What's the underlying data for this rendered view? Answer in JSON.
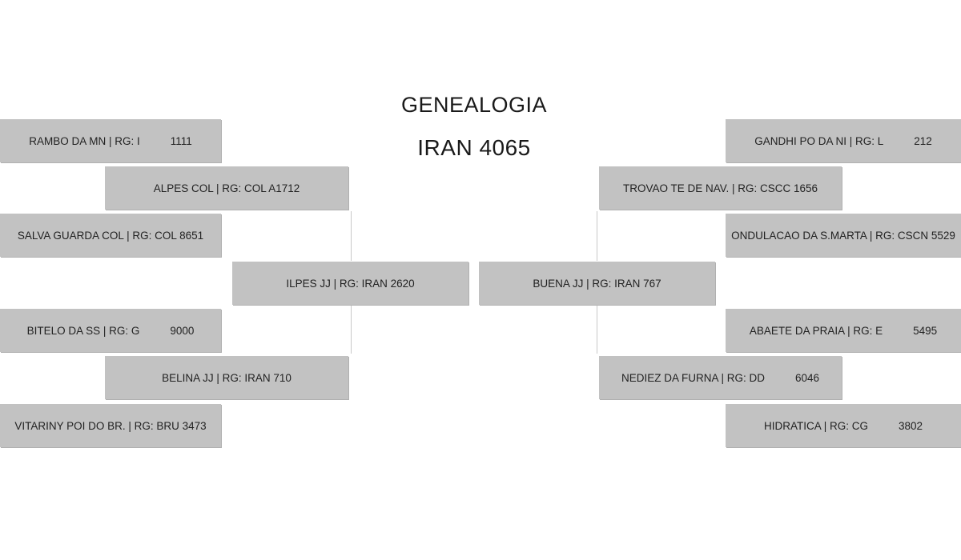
{
  "header": {
    "title": "GENEALOGIA",
    "subject": "IRAN 4065"
  },
  "sire": {
    "parent": {
      "label": "ILPES JJ | RG: IRAN 2620"
    },
    "sire": {
      "label": "ALPES COL | RG: COL A1712"
    },
    "sire_sire": {
      "label": "RAMBO DA MN | RG: I",
      "number": "1111"
    },
    "sire_dam": {
      "label": "SALVA GUARDA COL | RG: COL 8651"
    },
    "dam": {
      "label": "BELINA JJ | RG: IRAN 710"
    },
    "dam_sire": {
      "label": "BITELO DA SS | RG: G",
      "number": "9000"
    },
    "dam_dam": {
      "label": "VITARINY POI DO BR. | RG: BRU 3473"
    }
  },
  "dam": {
    "parent": {
      "label": "BUENA JJ | RG: IRAN 767"
    },
    "sire": {
      "label": "TROVAO TE DE NAV. | RG: CSCC 1656"
    },
    "sire_sire": {
      "label": "GANDHI PO DA NI | RG: L",
      "number": "212"
    },
    "sire_dam": {
      "label": "ONDULACAO DA S.MARTA | RG: CSCN 5529"
    },
    "dam": {
      "label": "NEDIEZ DA FURNA | RG: DD",
      "number": "6046"
    },
    "dam_sire": {
      "label": "ABAETE DA PRAIA | RG: E",
      "number": "5495"
    },
    "dam_dam": {
      "label": "HIDRATICA | RG: CG",
      "number": "3802"
    }
  }
}
